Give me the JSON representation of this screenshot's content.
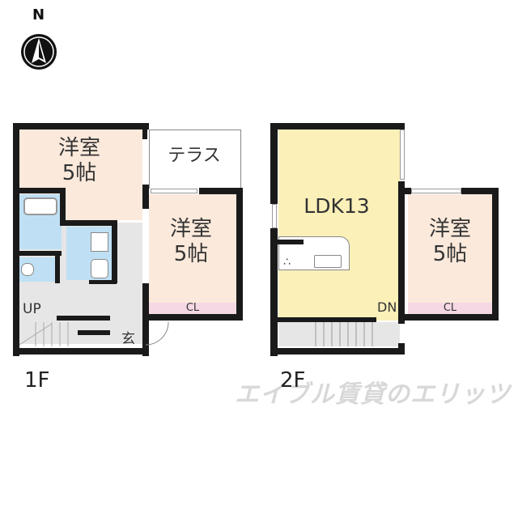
{
  "compass": {
    "label": "N"
  },
  "floor1": {
    "label": "1F",
    "rooms": [
      {
        "name": "洋室",
        "size": "5帖"
      },
      {
        "name": "テラス"
      },
      {
        "name": "洋室",
        "size": "5帖"
      }
    ],
    "closet": "CL",
    "stairs": "UP",
    "entrance": "玄"
  },
  "floor2": {
    "label": "2F",
    "rooms": [
      {
        "name": "LDK13"
      },
      {
        "name": "洋室",
        "size": "5帖"
      }
    ],
    "closet": "CL",
    "stairs": "DN"
  },
  "watermark": "エイブル賃貸のエリッツ",
  "colors": {
    "bedroom": "#fbe9db",
    "ldk": "#faf0b8",
    "wet": "#bfe0f4",
    "hall": "#e6e6e6",
    "closet": "#f6d8e4",
    "wall": "#1a1a1a"
  }
}
